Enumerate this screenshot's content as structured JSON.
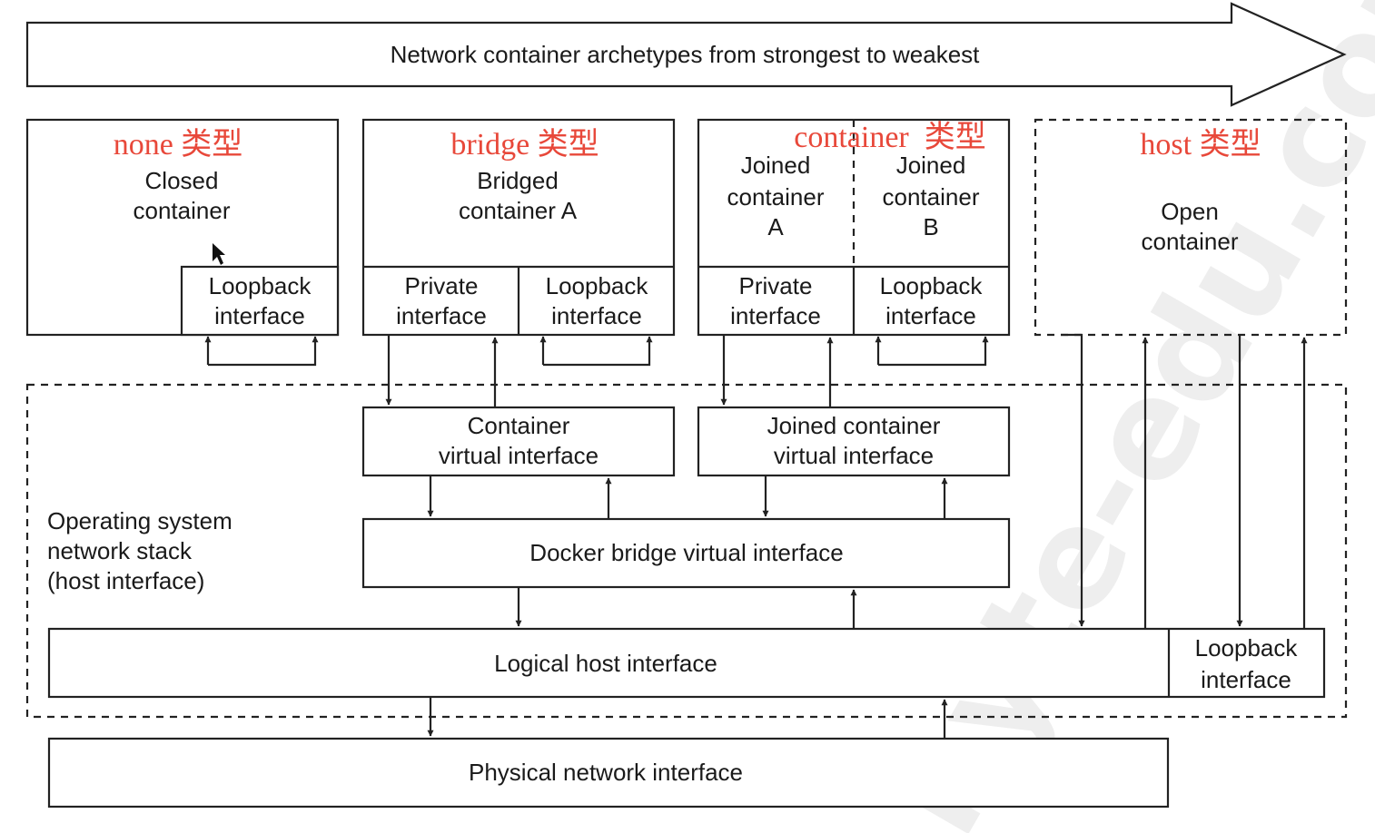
{
  "banner": "Network container archetypes from strongest to weakest",
  "watermark": "byte-edu.com",
  "types": {
    "none": "none 类型",
    "bridge": "bridge 类型",
    "container": "container  类型",
    "host": "host 类型"
  },
  "closed": {
    "name": [
      "Closed",
      "container"
    ],
    "loopback": [
      "Loopback",
      "interface"
    ]
  },
  "bridged": {
    "name": [
      "Bridged",
      "container A"
    ],
    "private": [
      "Private",
      "interface"
    ],
    "loopback": [
      "Loopback",
      "interface"
    ]
  },
  "joined": {
    "a": [
      "Joined",
      "container",
      "A"
    ],
    "b": [
      "Joined",
      "container",
      "B"
    ],
    "private": [
      "Private",
      "interface"
    ],
    "loopback": [
      "Loopback",
      "interface"
    ]
  },
  "open": {
    "name": [
      "Open",
      "container"
    ]
  },
  "os_stack": [
    "Operating system",
    "network stack",
    "(host interface)"
  ],
  "container_virtual": [
    "Container",
    "virtual interface"
  ],
  "joined_virtual": [
    "Joined container",
    "virtual interface"
  ],
  "docker_bridge": "Docker bridge virtual interface",
  "logical_host": "Logical host interface",
  "host_loopback": [
    "Loopback",
    "interface"
  ],
  "physical": "Physical network interface"
}
